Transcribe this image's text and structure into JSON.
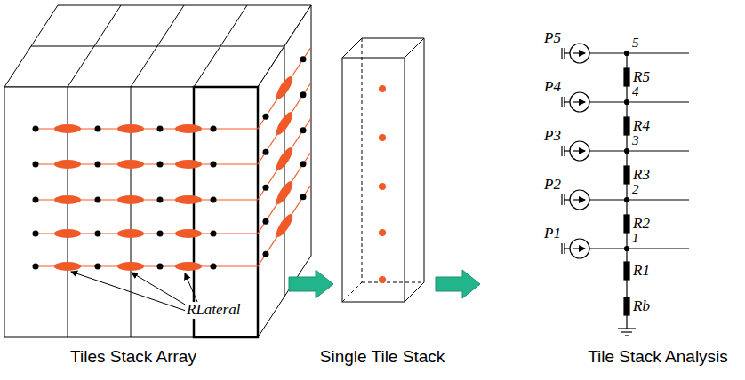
{
  "diagram": {
    "labels": [
      "RLateral",
      "Tiles Stack Array",
      "Single Tile Stack",
      "Tile Stack Analysis",
      "P5",
      "5",
      "R5",
      "P4",
      "4",
      "R4",
      "P3",
      "3",
      "R3",
      "P2",
      "2",
      "R2",
      "P1",
      "1",
      "R1",
      "Rb"
    ]
  }
}
